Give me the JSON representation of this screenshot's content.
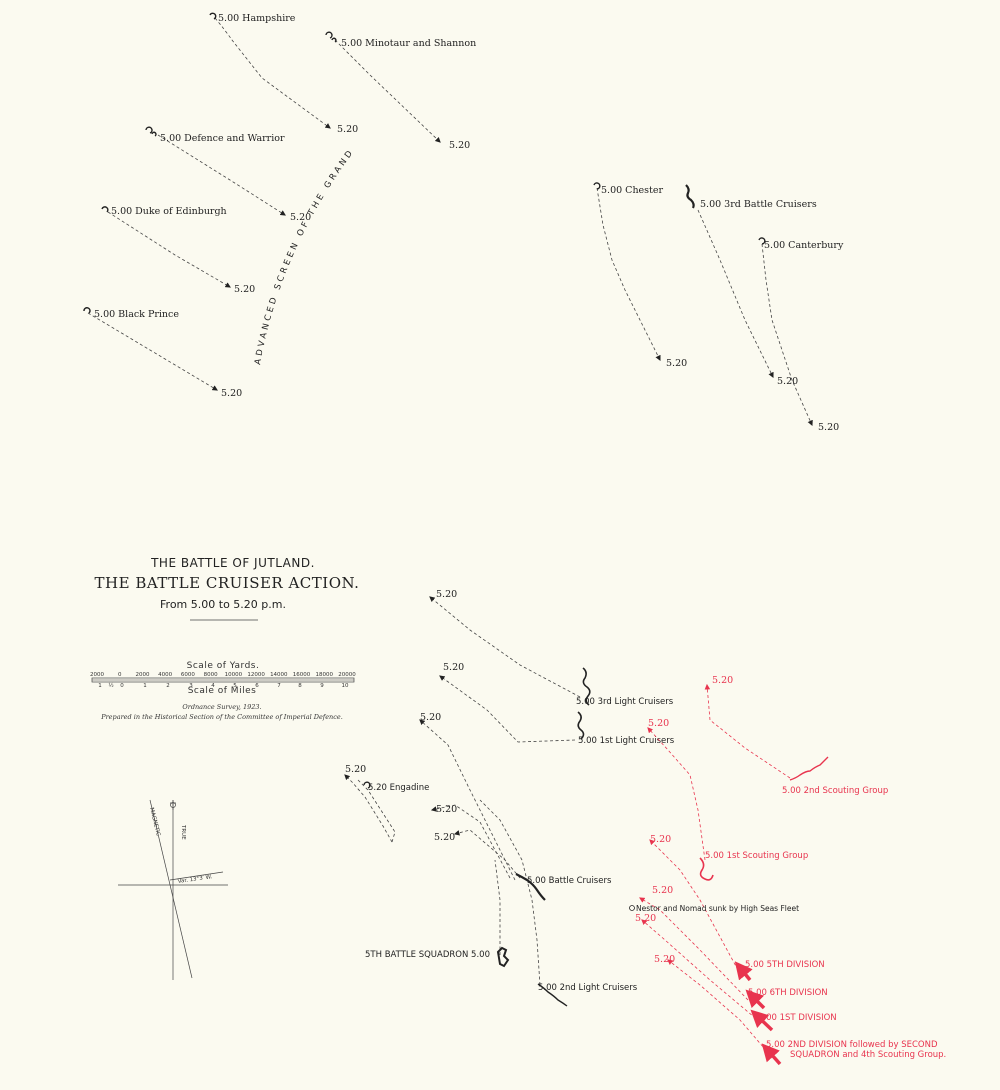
{
  "title": {
    "line1": "THE BATTLE OF JUTLAND.",
    "line2": "THE BATTLE CRUISER ACTION.",
    "line3": "From 5.00 to 5.20 p.m."
  },
  "scale": {
    "yards_label": "Scale of Yards.",
    "miles_label": "Scale of Miles",
    "yard_ticks": [
      "2000",
      "0",
      "2000",
      "4000",
      "6000",
      "8000",
      "10000",
      "12000",
      "14000",
      "16000",
      "18000",
      "20000"
    ],
    "mile_ticks": [
      "1",
      "½",
      "0",
      "1",
      "2",
      "3",
      "4",
      "5",
      "6",
      "7",
      "8",
      "9",
      "10"
    ]
  },
  "credits": {
    "survey": "Ordnance Survey, 1923.",
    "prepared": "Prepared in the Historical Section of the Committee of Imperial Defence."
  },
  "compass": {
    "true_label": "TRUE",
    "magnetic_label": "MAGNETIC",
    "variation": "Var. 13°3′ W."
  },
  "screen_label": "ADVANCED SCREEN OF THE GRAND FLEET",
  "labels": {
    "hampshire": "5.00 Hampshire",
    "hampshire_end": "5.20",
    "minotaur": "5.00 Minotaur and Shannon",
    "minotaur_end": "5.20",
    "defence": "5.00 Defence and Warrior",
    "defence_end": "5.20",
    "duke": "5.00 Duke of Edinburgh",
    "duke_end": "5.20",
    "black_prince": "5.00 Black Prince",
    "black_prince_end": "5.20",
    "chester": "5.00 Chester",
    "chester_end": "5.20",
    "bc3": "5.00 3rd Battle Cruisers",
    "bc3_end": "5.20",
    "canterbury": "5.00 Canterbury",
    "canterbury_end": "5.20",
    "lc3": "5.00 3rd Light Cruisers",
    "lc3_end": "5.20",
    "lc1": "5.00 1st Light Cruisers",
    "lc1_end": "5.20",
    "engadine": "5.20 Engadine",
    "engadine_end": "5.20",
    "bc": "5.00 Battle Cruisers",
    "bc_end_a": "5.20",
    "bc_end_b": "5.20",
    "bs5": "5TH BATTLE SQUADRON 5.00",
    "lc2": "5.00 2nd Light Cruisers",
    "sg2": "5.00 2nd Scouting Group",
    "sg2_end": "5.20",
    "sg1": "5.00 1st Scouting Group",
    "sg1_end": "5.20",
    "nestor": "Nestor and Nomad sunk by High Seas Fleet",
    "div5": "5.00 5TH DIVISION",
    "div6": "5.00 6TH DIVISION",
    "div1": "5.00 1ST DIVISION",
    "div2a": "5.00 2ND DIVISION followed by SECOND",
    "div2b": "SQUADRON and 4th Scouting Group.",
    "red_end_a": "5.20",
    "red_end_b": "5.20",
    "red_end_c": "5.20",
    "red_end_d": "5.20"
  },
  "colors": {
    "british": "#333333",
    "german": "#e8344e",
    "paper": "#fbfaf0"
  }
}
